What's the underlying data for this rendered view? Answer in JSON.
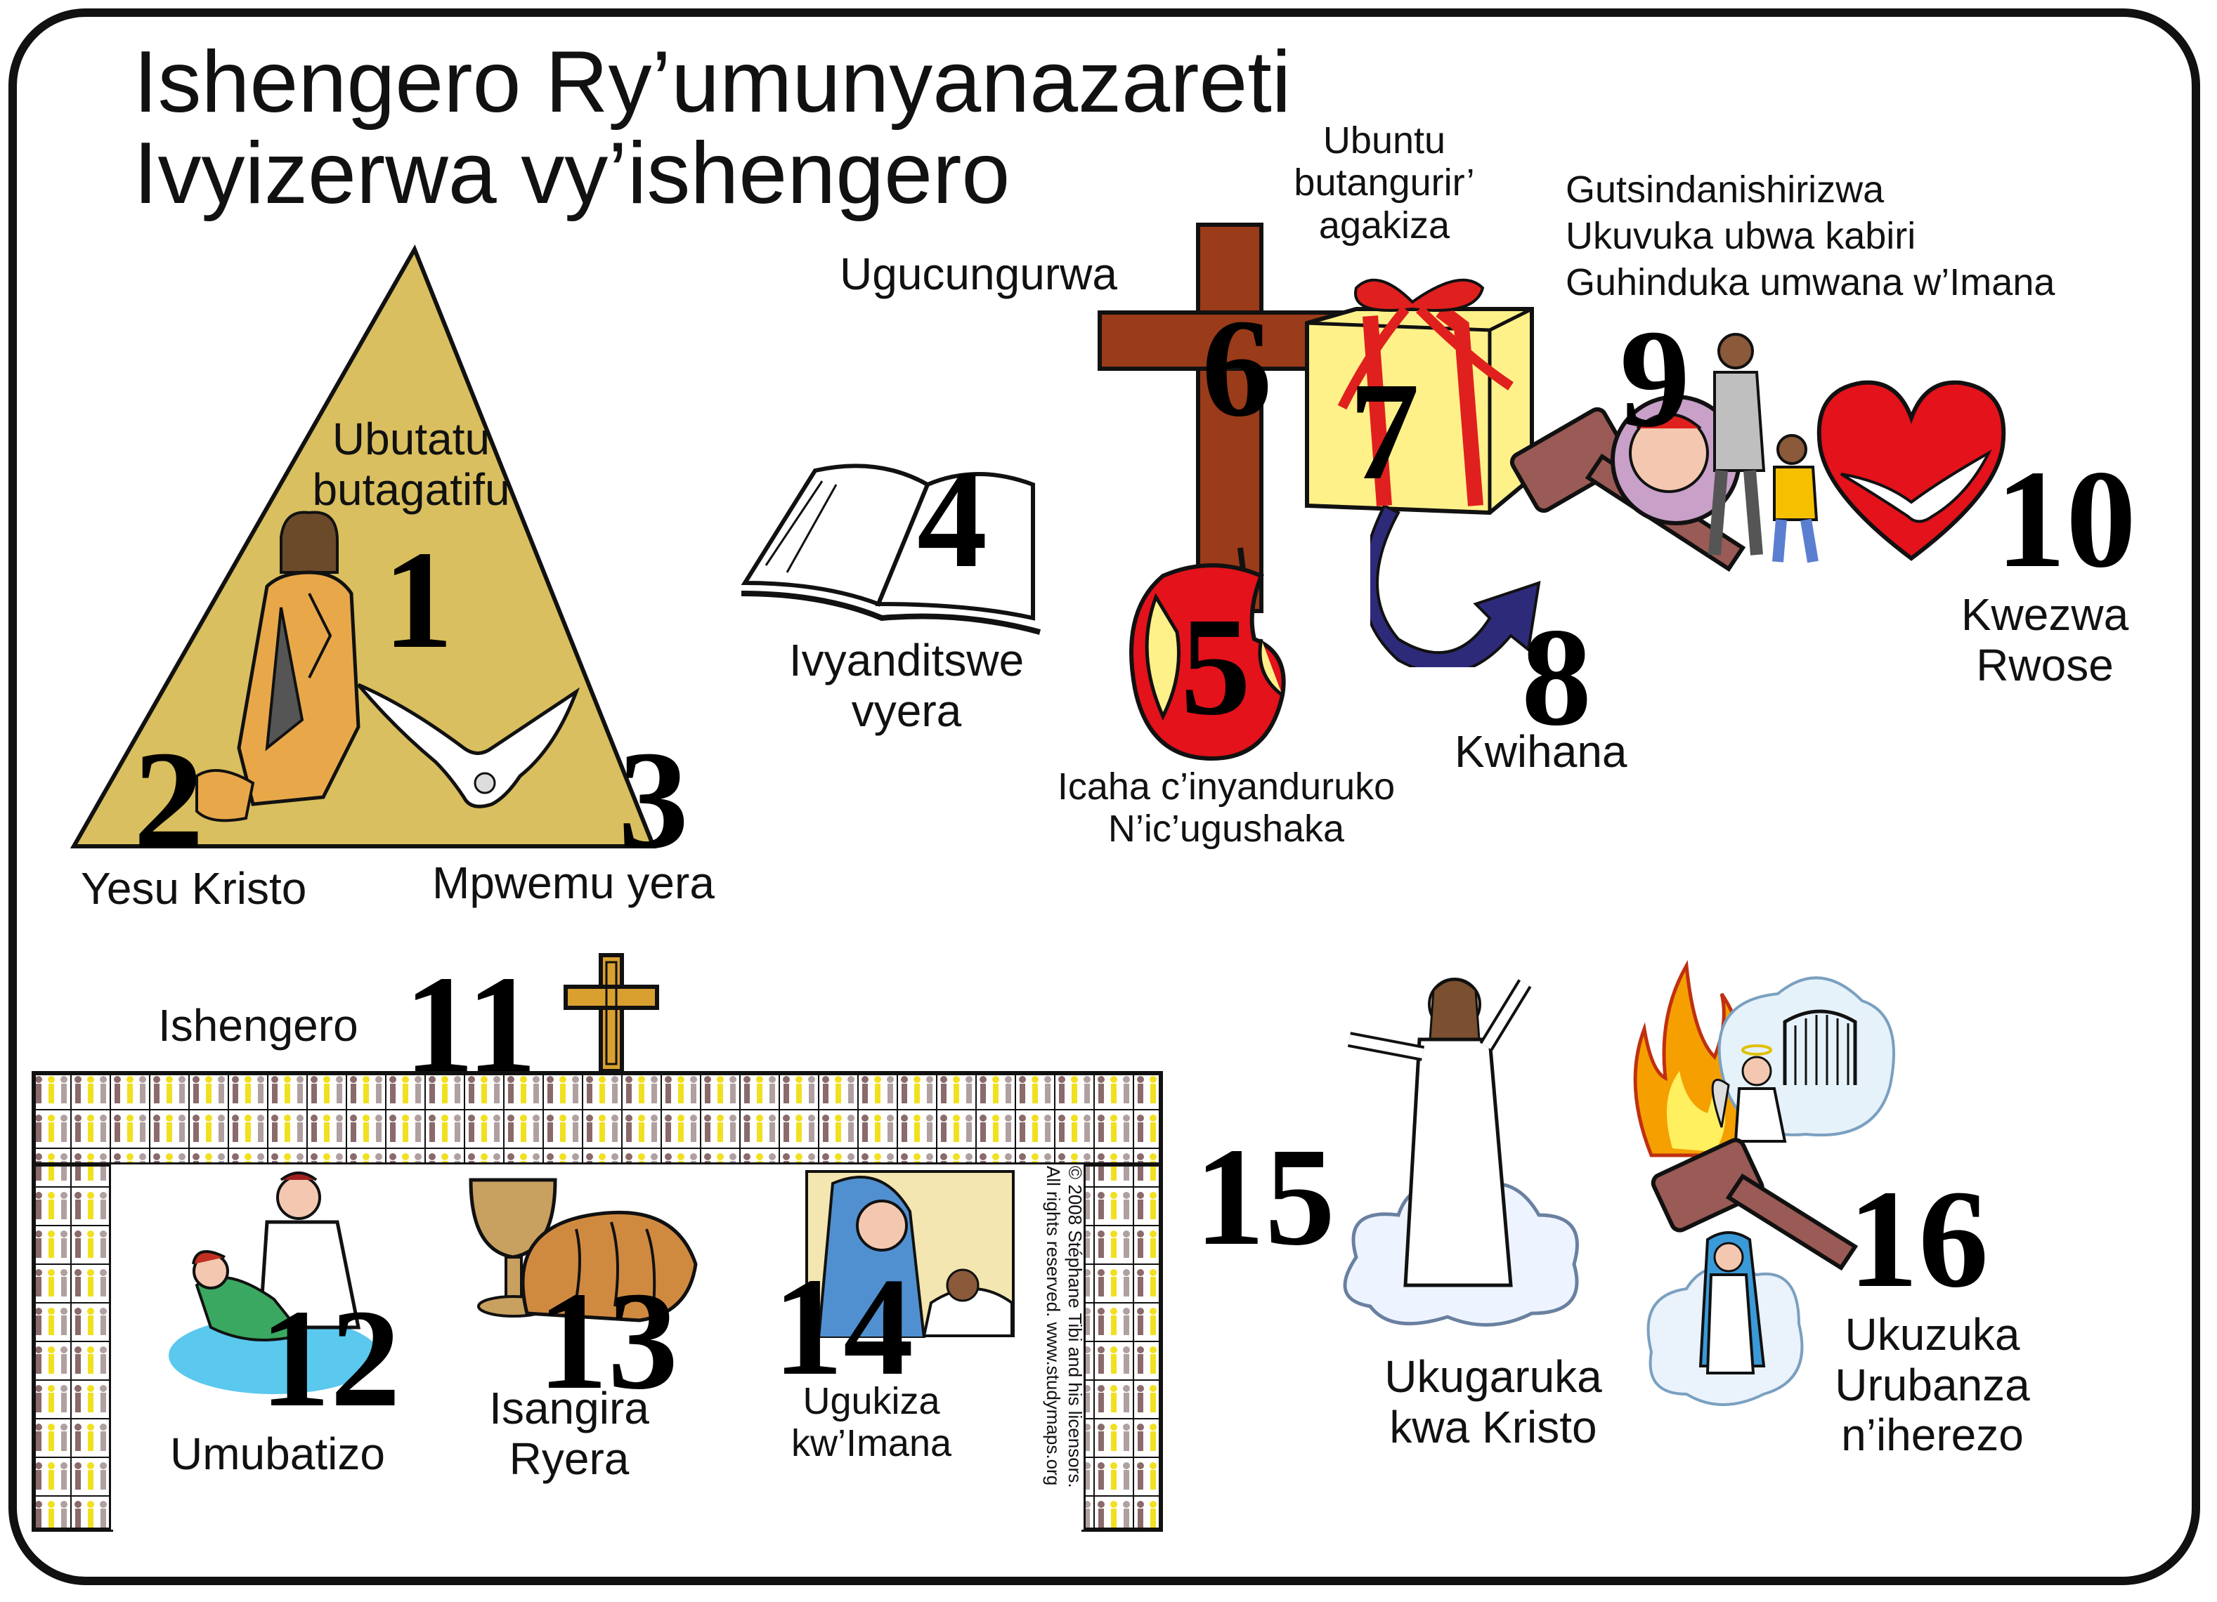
{
  "title": {
    "line1": "Ishengero Ry’umunyanazareti",
    "line2": "Ivyizerwa vy’ishengero"
  },
  "items": [
    {
      "number": "1",
      "label_lines": [
        "Ubutatu",
        "butagatifu"
      ]
    },
    {
      "number": "2",
      "label": "Yesu Kristo"
    },
    {
      "number": "3",
      "label": "Mpwemu yera"
    },
    {
      "number": "4",
      "label_lines": [
        "Ivyanditswe",
        "vyera"
      ]
    },
    {
      "number": "5",
      "label_lines": [
        "Icaha c’inyanduruko",
        "N’ic’ugushaka"
      ]
    },
    {
      "number": "6",
      "label": "Ugucungurwa"
    },
    {
      "number": "7",
      "label_lines": [
        "Ubuntu",
        "butangurir’",
        "agakiza"
      ]
    },
    {
      "number": "8",
      "label": "Kwihana"
    },
    {
      "number": "9",
      "label_lines": [
        "Gutsindanishirizwa",
        "Ukuvuka ubwa kabiri",
        "Guhinduka umwana w’Imana"
      ]
    },
    {
      "number": "10",
      "label_lines": [
        "Kwezwa",
        "Rwose"
      ]
    },
    {
      "number": "11",
      "label": "Ishengero"
    },
    {
      "number": "12",
      "label": "Umubatizo"
    },
    {
      "number": "13",
      "label_lines": [
        "Isangira",
        "Ryera"
      ]
    },
    {
      "number": "14",
      "label_lines": [
        "Ugukiza",
        "kw’Imana"
      ]
    },
    {
      "number": "15",
      "label_lines": [
        "Ukugaruka",
        "kwa Kristo"
      ]
    },
    {
      "number": "16",
      "label_lines": [
        "Ukuzuka",
        "Urubanza",
        "n’iherezo"
      ]
    }
  ],
  "copyright": {
    "line1": "© 2008 Stéphane Tibi and his licensors.",
    "line2": "All rights reserved. www.studymaps.org"
  },
  "colors": {
    "triangle": "#d9bf5f",
    "cross": "#9a3b1a",
    "gift": "#fff18a",
    "ribbon": "#e0201e",
    "apple": "#e3121b",
    "heart": "#e3121b",
    "arrow": "#2e2a7a",
    "gavel": "#9a5a55",
    "water": "#5bc8ee"
  }
}
